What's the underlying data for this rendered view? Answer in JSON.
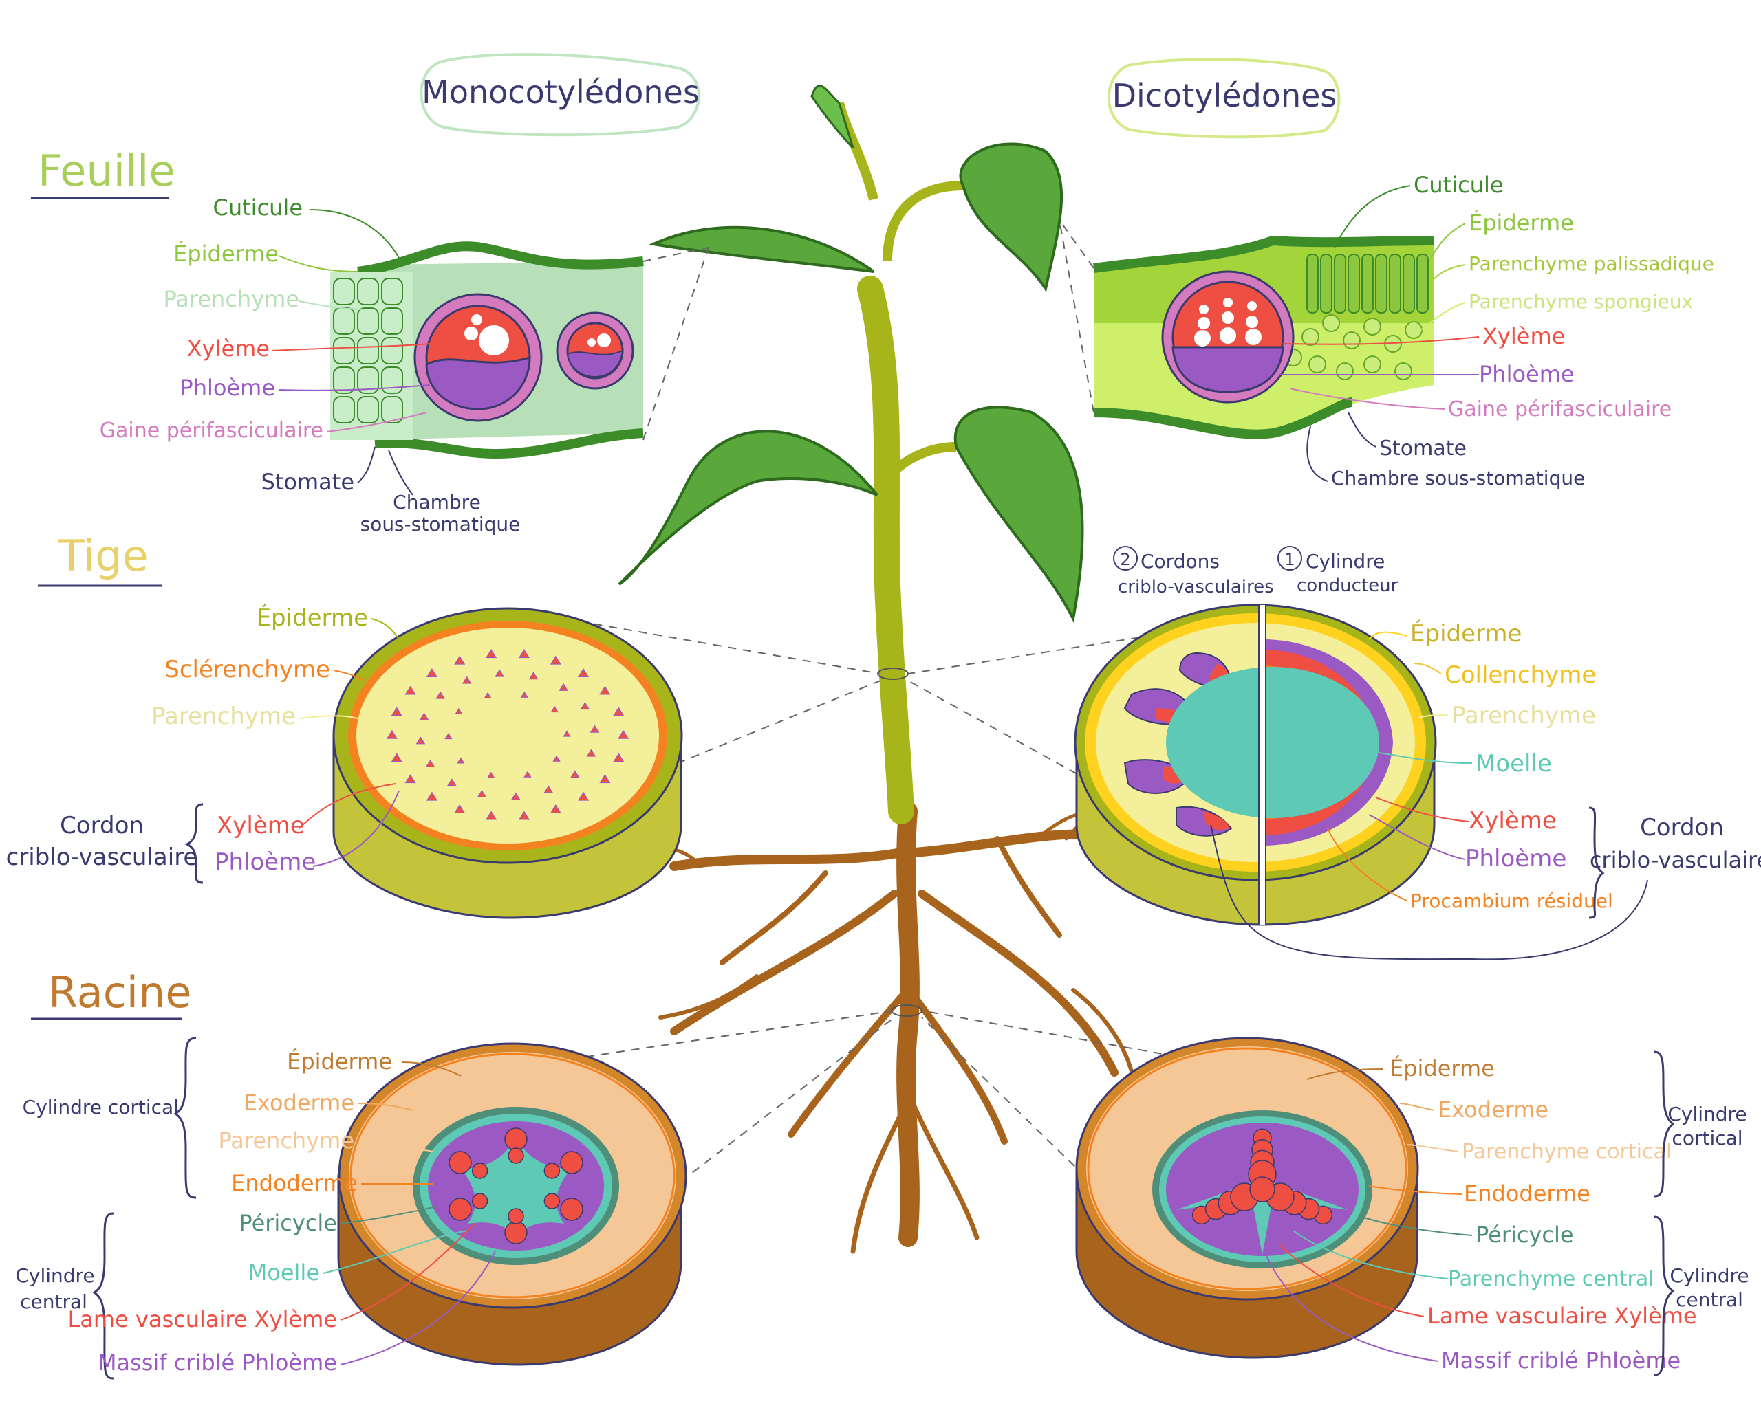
{
  "headers": {
    "mono": "Monocotylédones",
    "dico": "Dicotylédones"
  },
  "sections": {
    "leaf": "Feuille",
    "stem": "Tige",
    "root": "Racine"
  },
  "leaf_mono": {
    "cuticule": "Cuticule",
    "epiderme": "Épiderme",
    "parenchyme": "Parenchyme",
    "xyleme": "Xylème",
    "phloeme": "Phloème",
    "gaine": "Gaine périfasciculaire",
    "stomate": "Stomate",
    "chambre_1": "Chambre",
    "chambre_2": "sous-stomatique"
  },
  "leaf_dico": {
    "cuticule": "Cuticule",
    "epiderme": "Épiderme",
    "palissadique": "Parenchyme palissadique",
    "spongieux": "Parenchyme spongieux",
    "xyleme": "Xylème",
    "phloeme": "Phloème",
    "gaine": "Gaine périfasciculaire",
    "stomate": "Stomate",
    "chambre": "Chambre sous-stomatique"
  },
  "stem_mono": {
    "epiderme": "Épiderme",
    "sclerenchyme": "Sclérenchyme",
    "parenchyme": "Parenchyme",
    "cordon_1": "Cordon",
    "cordon_2": "criblo-vasculaire",
    "xyleme": "Xylème",
    "phloeme": "Phloème"
  },
  "stem_dico": {
    "cordons_1": "Cordons",
    "cordons_2": "criblo-vasculaires",
    "num_2": "2",
    "num_1": "1",
    "cylindre_1": "Cylindre",
    "cylindre_2": "conducteur",
    "epiderme": "Épiderme",
    "collenchyme": "Collenchyme",
    "parenchyme": "Parenchyme",
    "moelle": "Moelle",
    "xyleme": "Xylème",
    "phloeme": "Phloème",
    "procambium": "Procambium résiduel",
    "cordon_1": "Cordon",
    "cordon_2": "criblo-vasculaire"
  },
  "root_mono": {
    "cyl_cortical": "Cylindre cortical",
    "epiderme": "Épiderme",
    "exoderme": "Exoderme",
    "parenchyme": "Parenchyme",
    "endoderme": "Endoderme",
    "cyl_central_1": "Cylindre",
    "cyl_central_2": "central",
    "pericycle": "Péricycle",
    "moelle": "Moelle",
    "lame": "Lame vasculaire Xylème",
    "massif": "Massif criblé Phloème"
  },
  "root_dico": {
    "epiderme": "Épiderme",
    "exoderme": "Exoderme",
    "parenchyme_cortical": "Parenchyme cortical",
    "endoderme": "Endoderme",
    "cyl_cortical_1": "Cylindre",
    "cyl_cortical_2": "cortical",
    "pericycle": "Péricycle",
    "parenchyme_central": "Parenchyme central",
    "lame": "Lame vasculaire Xylème",
    "massif": "Massif criblé Phloème",
    "cyl_central_1": "Cylindre",
    "cyl_central_2": "central"
  },
  "colors": {
    "navy": "#3a3a6e",
    "green_dark": "#3c8c2a",
    "green_light": "#8dc63f",
    "pale_green": "#b8e0b8",
    "red": "#ef4f43",
    "purple": "#9b59c4",
    "pink": "#d47bbf",
    "olive": "#a7b41a",
    "orange": "#f58220",
    "cream": "#f3ef9a",
    "teal": "#5ec9b4",
    "brown": "#a8641c",
    "tan": "#f6c796"
  }
}
